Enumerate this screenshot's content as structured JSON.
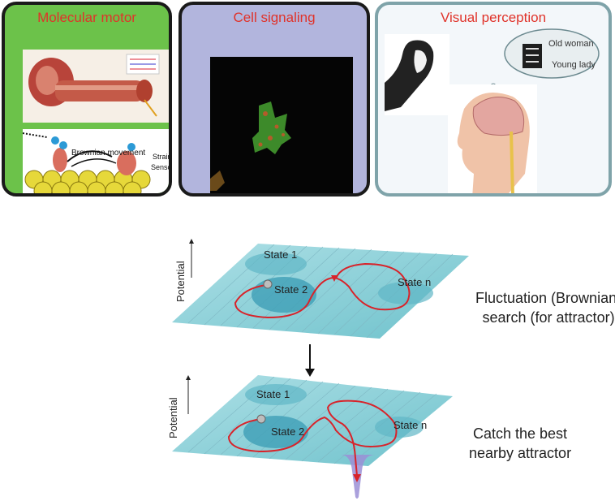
{
  "panels": {
    "molecular_motor": {
      "title": "Molecular motor",
      "brownian_label": "Brownian movement",
      "strain_label": "Strain",
      "sensor_label": "Sensor"
    },
    "cell_signaling": {
      "title": "Cell signaling"
    },
    "visual_perception": {
      "title": "Visual perception",
      "old_woman": "Old woman",
      "young_lady": "Young lady"
    }
  },
  "landscape_top": {
    "axis_label": "Potential",
    "state1": "State 1",
    "state2": "State 2",
    "staten": "State n",
    "caption_line1": "Fluctuation (Brownian)",
    "caption_line2": "search (for attractor)"
  },
  "landscape_bottom": {
    "axis_label": "Potential",
    "state1": "State 1",
    "state2": "State 2",
    "staten": "State n",
    "caption_line1": "Catch the best",
    "caption_line2": "nearby attractor"
  },
  "colors": {
    "panel1_bg": "#6cc24a",
    "panel2_bg": "#b2b5dd",
    "panel3_border": "#7fa3a9",
    "title_red": "#e0332a",
    "surface": "#8fd1d8",
    "path_red": "#d8232a",
    "attractor_purple": "#9b8fd6"
  },
  "icons": [
    "molecular-motor-illustration",
    "brownian-motor-illustration",
    "cell-fluorescence-image",
    "old-woman-young-lady-illusion",
    "thought-bubble",
    "head-brain-illustration"
  ]
}
